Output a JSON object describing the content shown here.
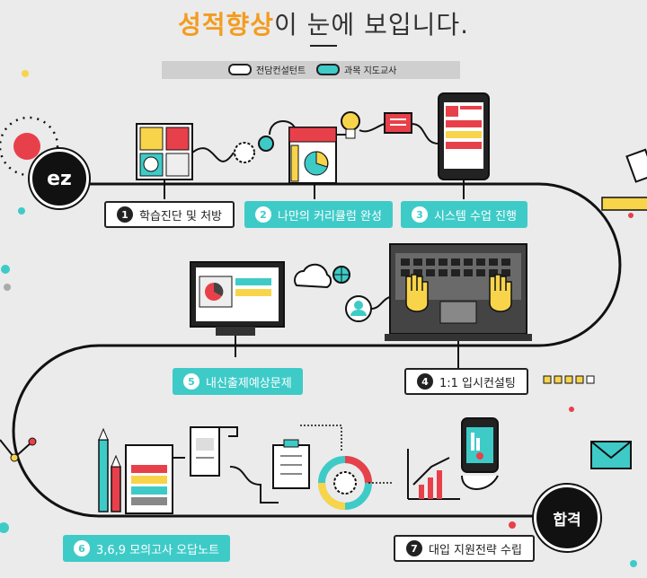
{
  "title": {
    "highlight": "성적향상",
    "rest": "이 눈에 보입니다."
  },
  "legend": [
    {
      "label": "전담컨설턴트",
      "style": "white"
    },
    {
      "label": "과목 지도교사",
      "style": "teal"
    }
  ],
  "start_badge": "ez",
  "end_badge": "합격",
  "steps": [
    {
      "num": "1",
      "label": "학습진단 및 처방",
      "style": "white"
    },
    {
      "num": "2",
      "label": "나만의 커리큘럼 완성",
      "style": "teal"
    },
    {
      "num": "3",
      "label": "시스템 수업 진행",
      "style": "teal"
    },
    {
      "num": "4",
      "label": "1:1 입시컨설팅",
      "style": "white"
    },
    {
      "num": "5",
      "label": "내신출제예상문제",
      "style": "teal"
    },
    {
      "num": "6",
      "label": "3,6,9 모의고사 오답노트",
      "style": "teal"
    },
    {
      "num": "7",
      "label": "대입 지원전략 수립",
      "style": "white"
    }
  ],
  "colors": {
    "accent": "#f39c1f",
    "teal": "#3ecbc8",
    "red": "#e8404a",
    "yellow": "#f8d44a",
    "dark": "#222222"
  }
}
